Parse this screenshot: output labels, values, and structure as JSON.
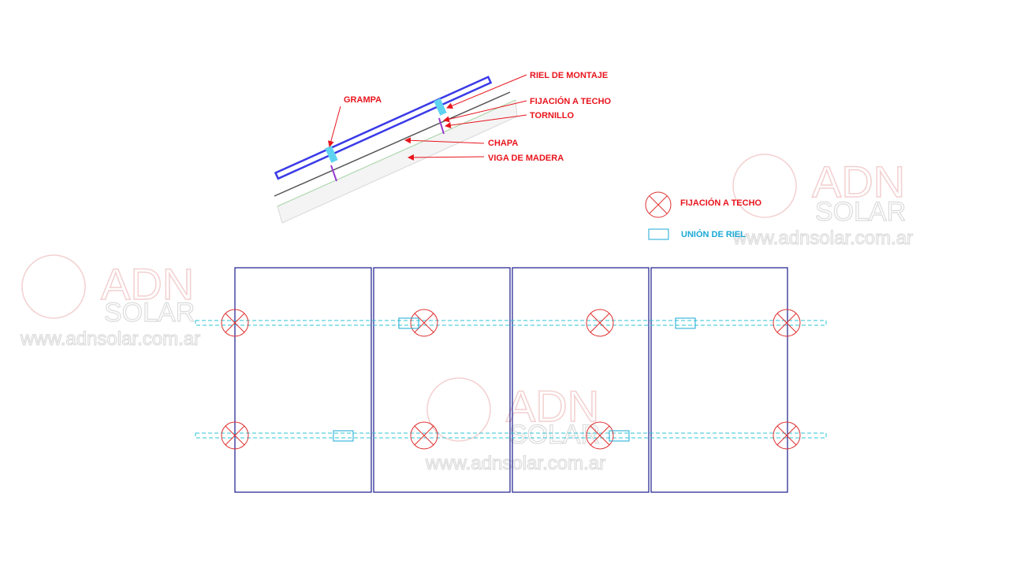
{
  "watermark": {
    "brand": "ADN",
    "sub": "SOLAR",
    "url": "www.adnsolar.com.ar"
  },
  "side_view": {
    "labels": {
      "grampa": "GRAMPA",
      "riel": "RIEL  DE  MONTAJE",
      "fijacion": "FIJACIÓN  A TECHO",
      "tornillo": "TORNILLO",
      "chapa": "CHAPA",
      "viga": "VIGA  DE  MADERA"
    }
  },
  "legend": {
    "fixing": "FIJACIÓN  A TECHO",
    "joint": "UNIÓN  DE  RIEL"
  },
  "colors": {
    "label": "#e8141c",
    "legend_joint": "#19a9d6",
    "panel": "#1a1a8c",
    "rail": "#2ec4d6",
    "fixing": "#e03030",
    "rail_side": "#3a3ae8"
  },
  "plan": {
    "panel_count": 4,
    "rails": 2,
    "fixings_per_rail": 4,
    "joints_per_rail": 2
  }
}
